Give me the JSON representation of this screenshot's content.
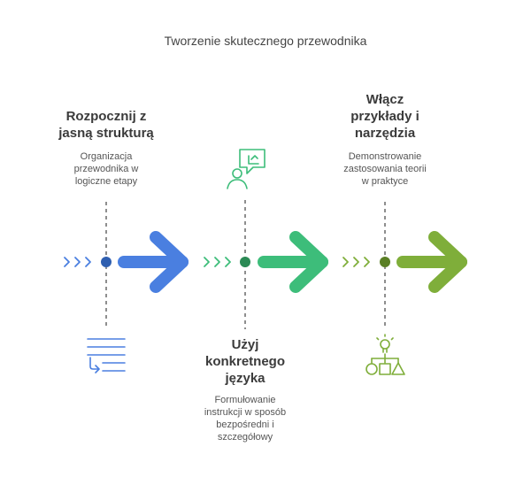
{
  "title": "Tworzenie skutecznego przewodnika",
  "steps": [
    {
      "heading_line1": "Rozpocznij z",
      "heading_line2": "jasną strukturą",
      "desc_line1": "Organizacja",
      "desc_line2": "przewodnika w",
      "desc_line3": "logiczne etapy",
      "icon": "document-list-icon",
      "color": "#4a7fe0",
      "position": "top"
    },
    {
      "heading_line1": "Użyj",
      "heading_line2": "konkretnego",
      "heading_line3": "języka",
      "desc_line1": "Formułowanie",
      "desc_line2": "instrukcji w sposób",
      "desc_line3": "bezpośredni i",
      "desc_line4": "szczegółowy",
      "icon": "speech-person-icon",
      "color": "#3dbd7a",
      "position": "bottom"
    },
    {
      "heading_line1": "Włącz",
      "heading_line2": "przykłady i",
      "heading_line3": "narzędzia",
      "desc_line1": "Demonstrowanie",
      "desc_line2": "zastosowania teorii",
      "desc_line3": "w praktyce",
      "icon": "lightbulb-shapes-icon",
      "color": "#7fae3a",
      "position": "top"
    }
  ]
}
